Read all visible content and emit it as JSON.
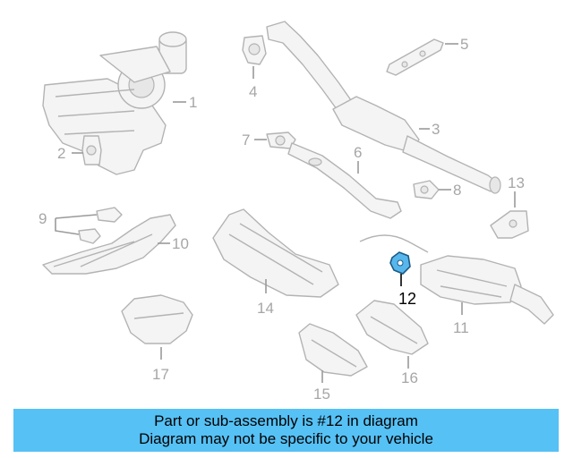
{
  "callouts": {
    "c1": "1",
    "c2": "2",
    "c3": "3",
    "c4": "4",
    "c5": "5",
    "c6": "6",
    "c7": "7",
    "c8": "8",
    "c9": "9",
    "c10": "10",
    "c11": "11",
    "c12": "12",
    "c13": "13",
    "c14": "14",
    "c15": "15",
    "c16": "16",
    "c17": "17"
  },
  "highlighted_part": "12",
  "colors": {
    "highlight": "#57b7ec",
    "banner": "#56c1f5",
    "parts": "#b3b3b3"
  },
  "banner": {
    "line1": "Part or sub-assembly is #12 in diagram",
    "line2": "Diagram may not be specific to your vehicle"
  }
}
